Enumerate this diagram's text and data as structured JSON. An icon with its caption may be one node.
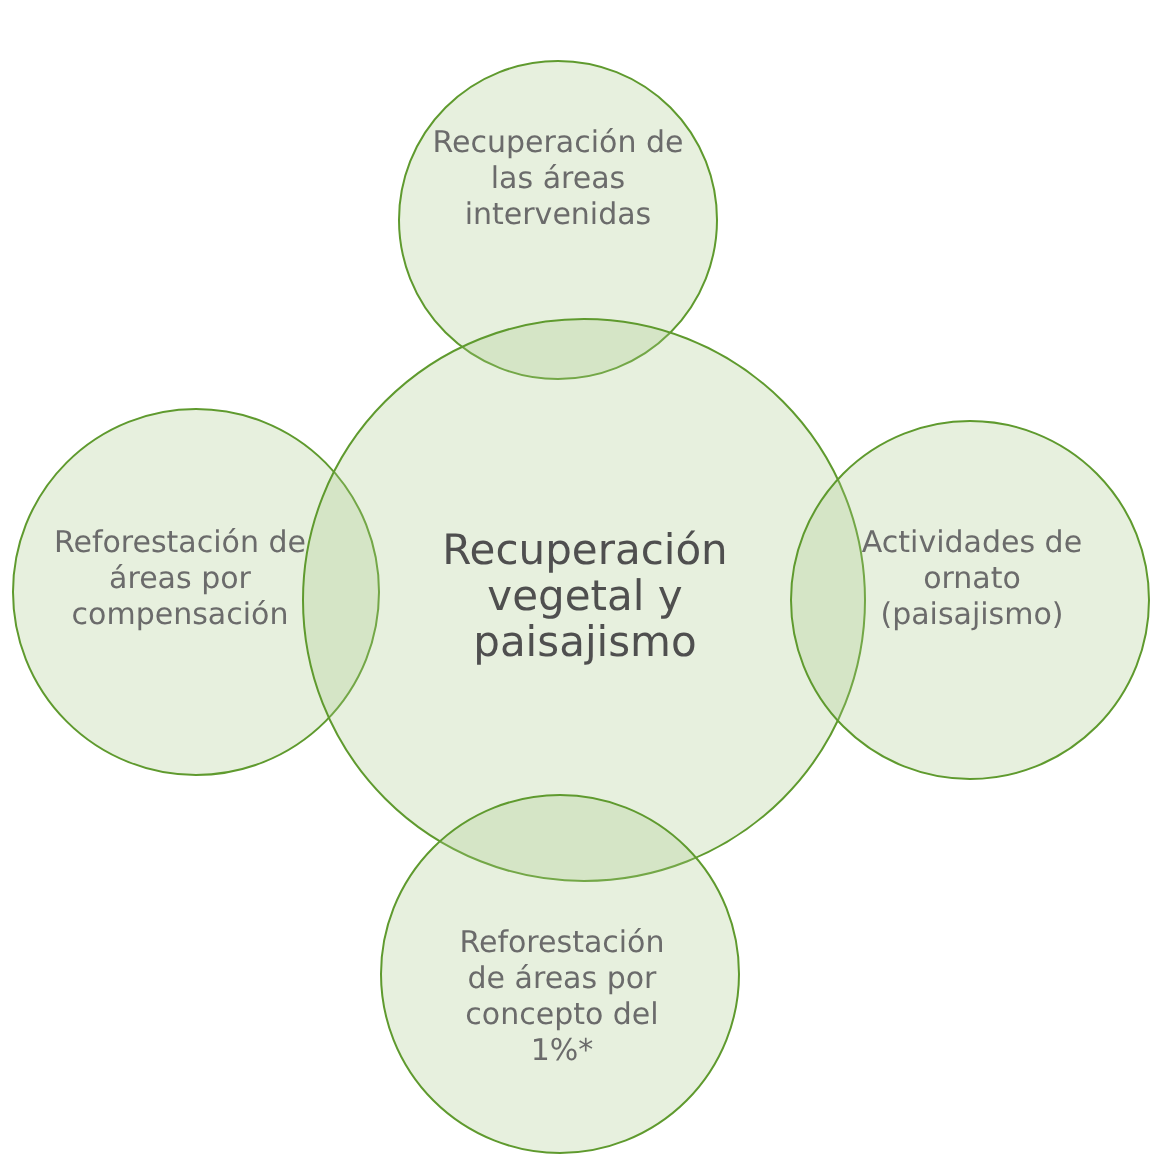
{
  "diagram": {
    "nodes": [
      {
        "text": [
          "Recuperación de las áreas intervenidas"
        ]
      },
      {
        "text": [
          "Reforestación de áreas por compensación"
        ]
      },
      {
        "text": [
          "Recuperación vegetal y paisajismo"
        ]
      },
      {
        "text": [
          "Actividades de ornato (paisajismo)"
        ]
      },
      {
        "text": [
          "Reforestación de áreas por concepto del 1%*"
        ]
      }
    ],
    "edges": []
  }
}
